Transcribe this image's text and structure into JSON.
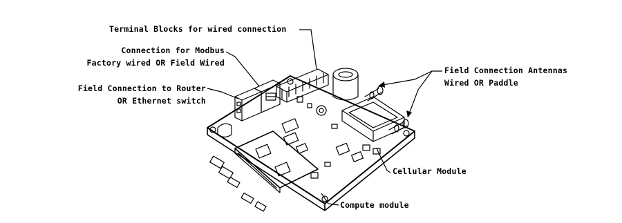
{
  "labels": {
    "terminal_blocks": "Terminal Blocks for wired connection",
    "modbus_line1": "Connection for Modbus",
    "modbus_line2": "Factory wired OR Field Wired",
    "router_line1": "Field Connection to Router",
    "router_line2": "OR Ethernet switch",
    "antennas_line1": "Field Connection Antennas",
    "antennas_line2": "Wired OR Paddle",
    "cellular": "Cellular Module",
    "compute": "Compute module"
  },
  "colors": {
    "ink": "#000000",
    "background": "#ffffff"
  }
}
